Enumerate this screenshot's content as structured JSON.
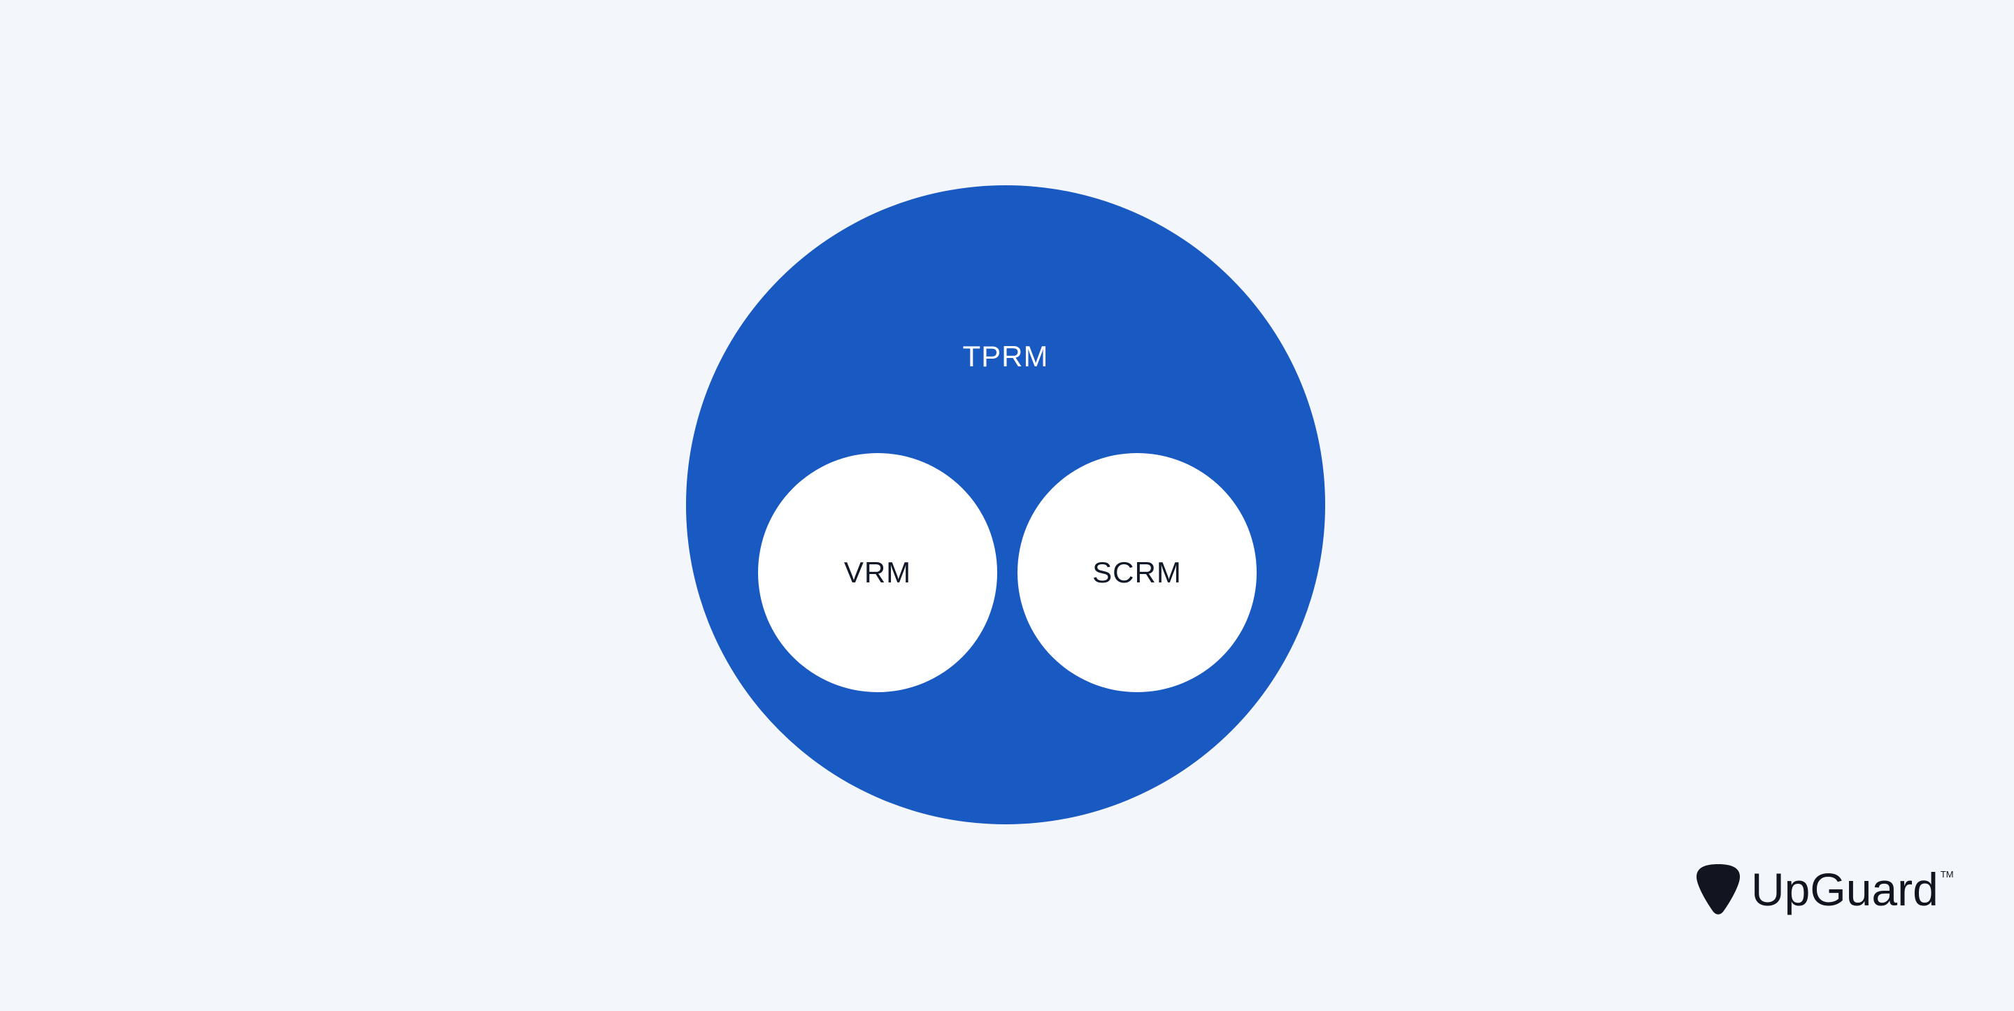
{
  "diagram": {
    "outer": {
      "label": "TPRM",
      "color": "#1959c2"
    },
    "inner": [
      {
        "label": "VRM",
        "color": "#ffffff"
      },
      {
        "label": "SCRM",
        "color": "#ffffff"
      }
    ]
  },
  "logo": {
    "text": "UpGuard",
    "trademark": "TM",
    "icon": "guitar-pick-icon"
  }
}
